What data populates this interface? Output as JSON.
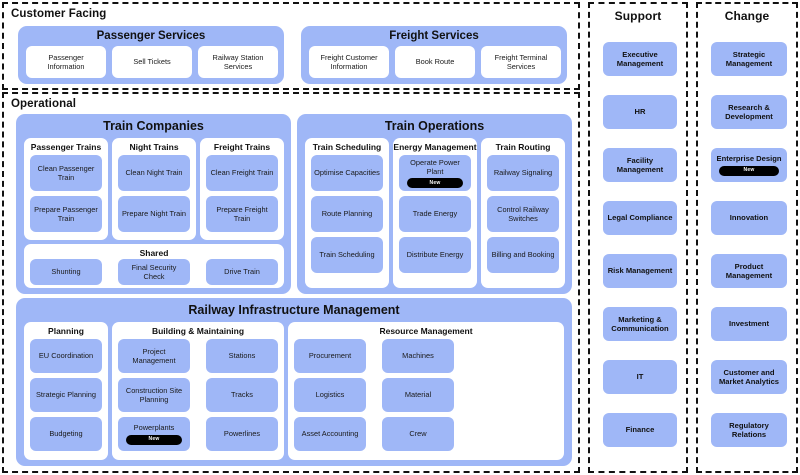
{
  "sections": {
    "customer_facing": {
      "title": "Customer Facing",
      "groups": [
        {
          "title": "Passenger Services",
          "cells": [
            {
              "label": "Passenger Information"
            },
            {
              "label": "Sell Tickets"
            },
            {
              "label": "Railway Station Services"
            }
          ]
        },
        {
          "title": "Freight Services",
          "cells": [
            {
              "label": "Freight Customer Information"
            },
            {
              "label": "Book Route"
            },
            {
              "label": "Freight Terminal Services"
            }
          ]
        }
      ]
    },
    "operational": {
      "title": "Operational",
      "groups": [
        {
          "title": "Train Companies",
          "panels": [
            {
              "title": "Passenger Trains",
              "cells": [
                {
                  "label": "Clean Passenger Train"
                },
                {
                  "label": "Prepare Passenger Train"
                }
              ]
            },
            {
              "title": "Night Trains",
              "cells": [
                {
                  "label": "Clean Night Train"
                },
                {
                  "label": "Prepare Night Train"
                }
              ]
            },
            {
              "title": "Freight Trains",
              "cells": [
                {
                  "label": "Clean Freight Train"
                },
                {
                  "label": "Prepare Freight Train"
                }
              ]
            },
            {
              "title": "Shared",
              "cells": [
                {
                  "label": "Shunting"
                },
                {
                  "label": "Final Security Check"
                },
                {
                  "label": "Drive Train"
                }
              ]
            }
          ]
        },
        {
          "title": "Train Operations",
          "panels": [
            {
              "title": "Train Scheduling",
              "cells": [
                {
                  "label": "Optimise Capacities"
                },
                {
                  "label": "Route Planning"
                },
                {
                  "label": "Train Scheduling"
                }
              ]
            },
            {
              "title": "Energy Management",
              "cells": [
                {
                  "label": "Operate Power Plant",
                  "badge": "New"
                },
                {
                  "label": "Trade Energy"
                },
                {
                  "label": "Distribute Energy"
                }
              ]
            },
            {
              "title": "Train Routing",
              "cells": [
                {
                  "label": "Railway Signaling"
                },
                {
                  "label": "Control Railway Switches"
                },
                {
                  "label": "Billing and Booking"
                }
              ]
            }
          ]
        },
        {
          "title": "Railway Infrastructure Management",
          "panels": [
            {
              "title": "Planning",
              "cells": [
                {
                  "label": "EU Coordination"
                },
                {
                  "label": "Strategic Planning"
                },
                {
                  "label": "Budgeting"
                }
              ]
            },
            {
              "title": "Building & Maintaining",
              "cells": [
                {
                  "label": "Project Management"
                },
                {
                  "label": "Construction Site Planning"
                },
                {
                  "label": "Powerplants",
                  "badge": "New"
                },
                {
                  "label": "Stations"
                },
                {
                  "label": "Tracks"
                },
                {
                  "label": "Powerlines"
                }
              ]
            },
            {
              "title": "Resource Management",
              "cells": [
                {
                  "label": "Procurement"
                },
                {
                  "label": "Logistics"
                },
                {
                  "label": "Asset Accounting"
                },
                {
                  "label": "Machines"
                },
                {
                  "label": "Material"
                },
                {
                  "label": "Crew"
                }
              ]
            }
          ]
        }
      ]
    },
    "support": {
      "title": "Support",
      "cells": [
        {
          "label": "Executive Management"
        },
        {
          "label": "HR"
        },
        {
          "label": "Facility Management"
        },
        {
          "label": "Legal Compliance"
        },
        {
          "label": "Risk Management"
        },
        {
          "label": "Marketing & Communication"
        },
        {
          "label": "IT"
        },
        {
          "label": "Finance"
        }
      ]
    },
    "change": {
      "title": "Change",
      "cells": [
        {
          "label": "Strategic Management"
        },
        {
          "label": "Research & Development"
        },
        {
          "label": "Enterprise Design",
          "badge": "New"
        },
        {
          "label": "Innovation"
        },
        {
          "label": "Product Management"
        },
        {
          "label": "Investment"
        },
        {
          "label": "Customer and Market Analytics"
        },
        {
          "label": "Regulatory Relations"
        }
      ]
    }
  },
  "colors": {
    "capability_blue": "#9FB7F7",
    "panel_white": "#FFFFFF",
    "badge_black": "#000000",
    "border_black": "#111111"
  }
}
